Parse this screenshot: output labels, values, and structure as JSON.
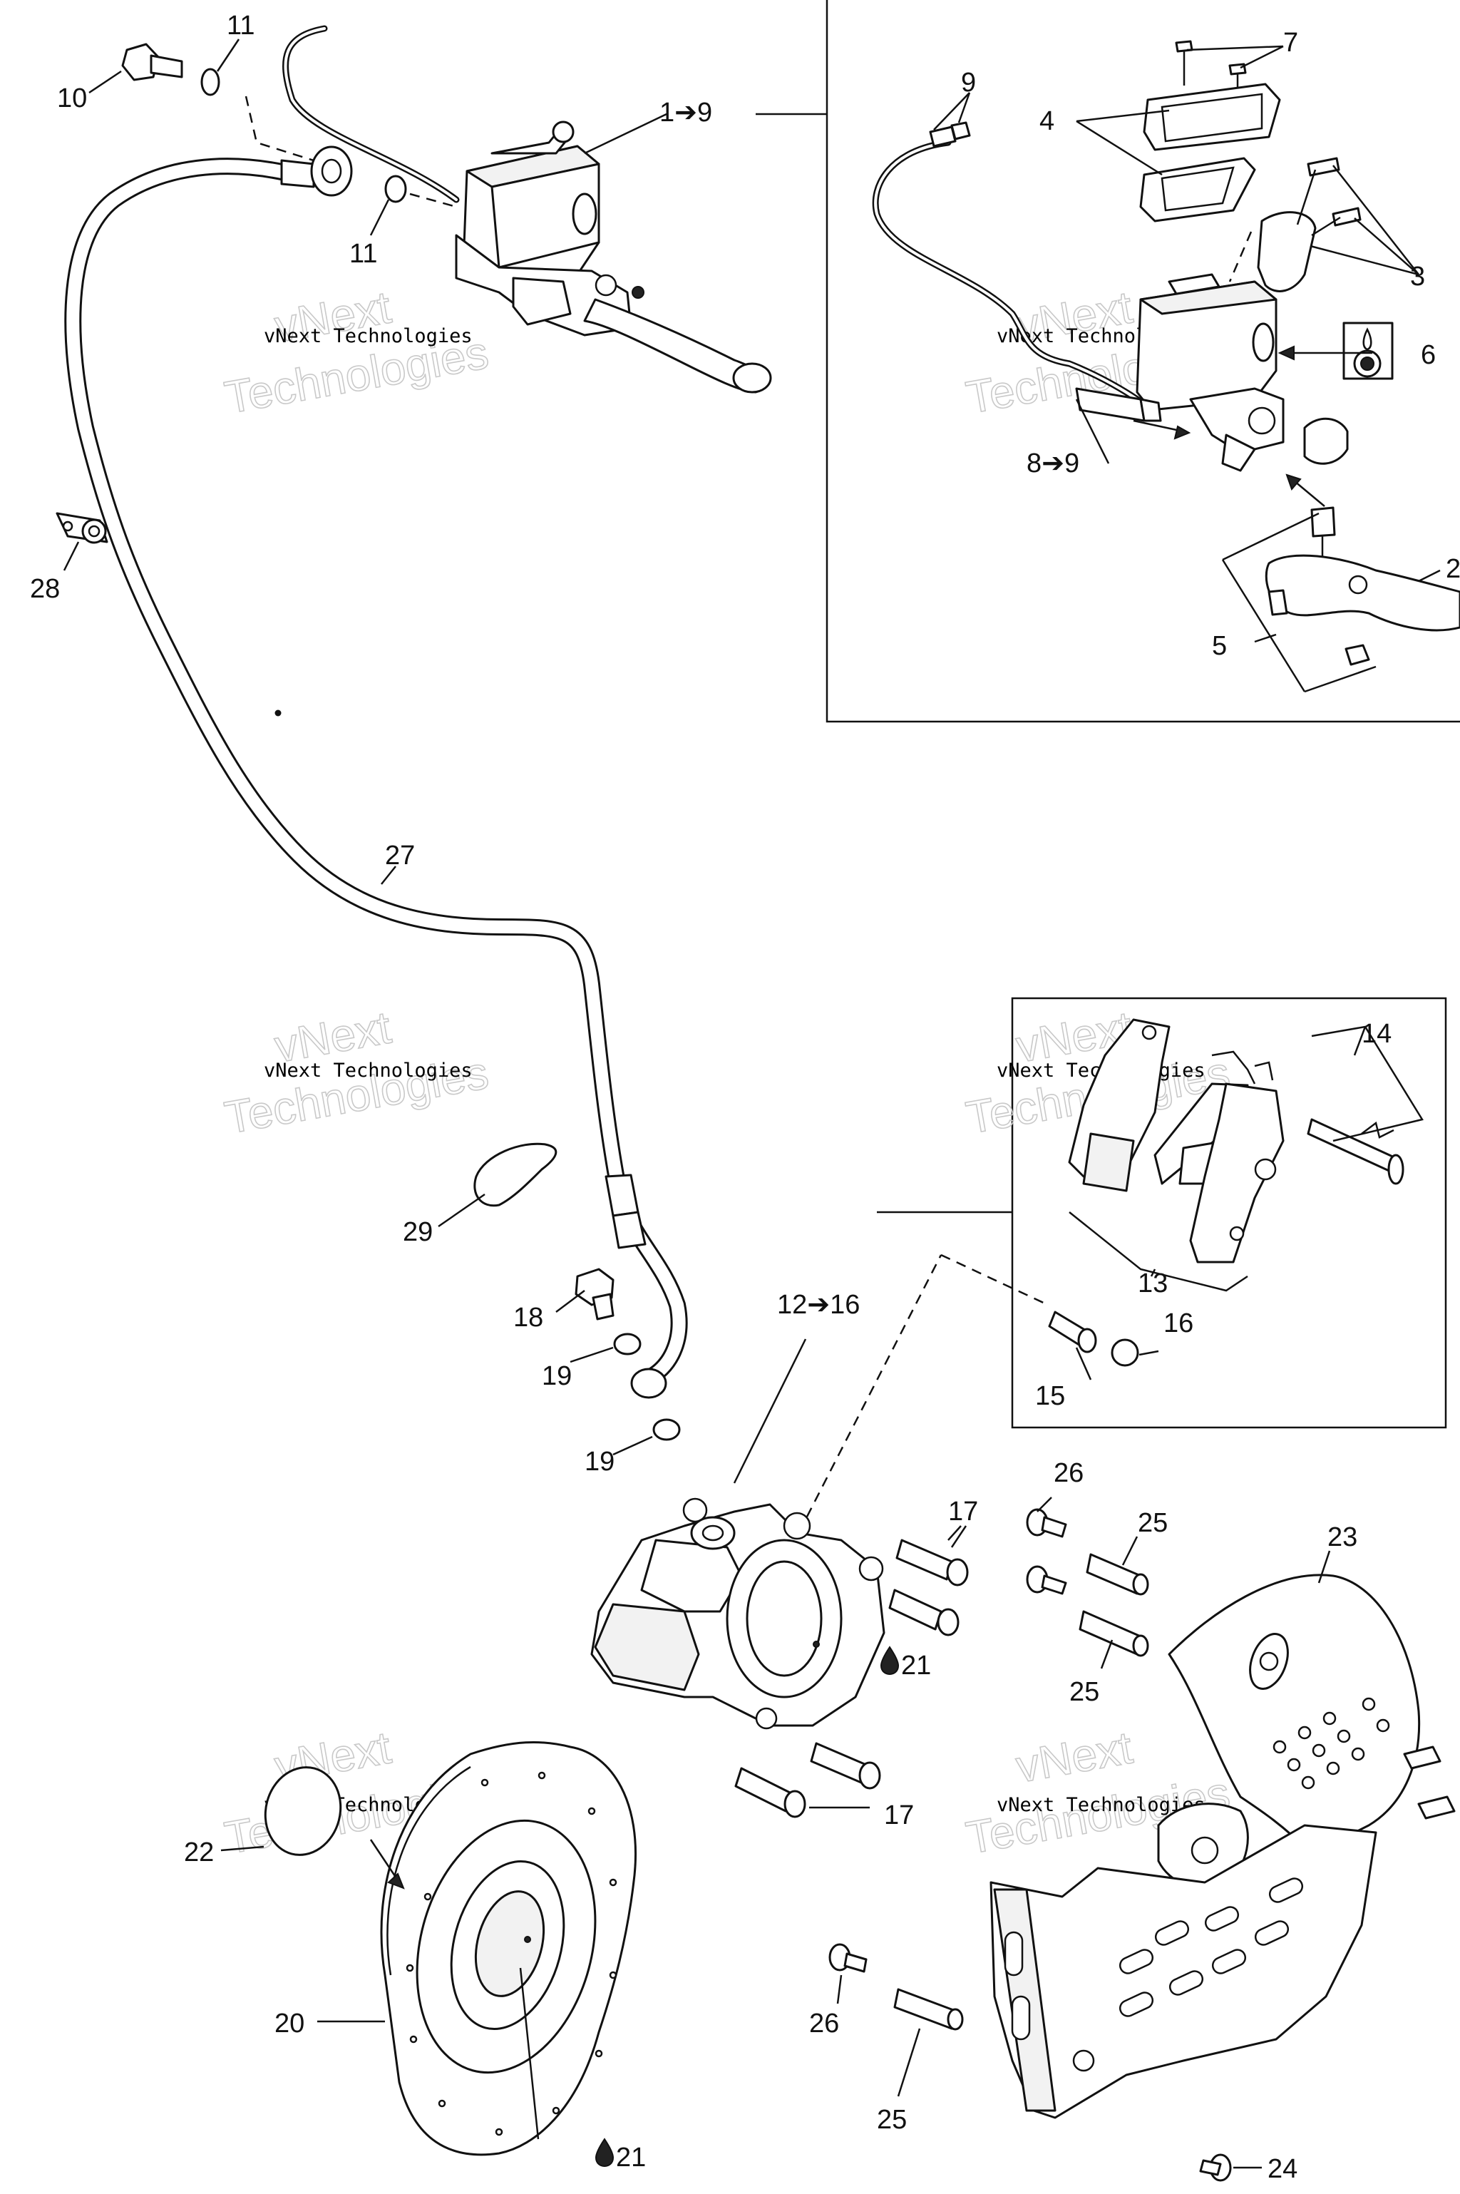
{
  "labels": {
    "l10": "10",
    "l11a": "11",
    "l11b": "11",
    "l1to9": "1➔9",
    "l28": "28",
    "l27": "27",
    "l29": "29",
    "l18": "18",
    "l19a": "19",
    "l19b": "19",
    "l12to16": "12➔16",
    "l17a": "17",
    "l17b": "17",
    "l21a": "21",
    "l21b": "21",
    "l22": "22",
    "l20": "20",
    "l26a": "26",
    "l26b": "26",
    "l25a": "25",
    "l25b": "25",
    "l25c": "25",
    "l23": "23",
    "l24": "24",
    "l7": "7",
    "l9": "9",
    "l4": "4",
    "l3": "3",
    "l6": "6",
    "l8to9": "8➔9",
    "l2": "2",
    "l5": "5",
    "l14": "14",
    "l13": "13",
    "l16": "16",
    "l15": "15"
  },
  "watermark": {
    "company": "vNext Technologies",
    "word1": "vNext",
    "word2": "Technologies"
  },
  "icons": {
    "fluid_drop": "drop-icon",
    "arrow": "arrow-right-icon"
  }
}
